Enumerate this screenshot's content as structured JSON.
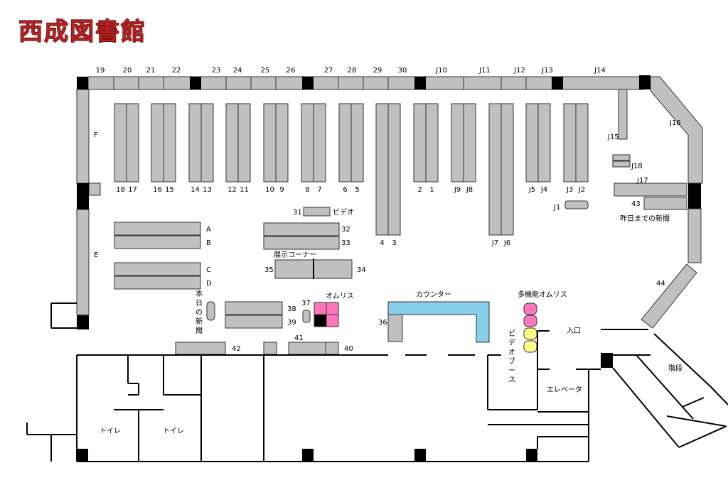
{
  "title": "西成図書館",
  "colors": {
    "shelf": "#c0c0c0",
    "counter": "#87ceeb",
    "omulis": "#ff77bb",
    "multi_omulis_pink": "#ff77bb",
    "multi_omulis_yellow": "#ffff88",
    "title": "#b22222"
  },
  "top_labels": [
    "19",
    "20",
    "21",
    "22",
    "23",
    "24",
    "25",
    "26",
    "27",
    "28",
    "29",
    "30",
    "J10",
    "J11",
    "J12",
    "J13",
    "J14"
  ],
  "shelf_pairs": [
    {
      "left": "18",
      "right": "17"
    },
    {
      "left": "16",
      "right": "15"
    },
    {
      "left": "14",
      "right": "13"
    },
    {
      "left": "12",
      "right": "11"
    },
    {
      "left": "10",
      "right": "9"
    },
    {
      "left": "8",
      "right": "7"
    },
    {
      "left": "6",
      "right": "5"
    },
    {
      "left": "4",
      "right": "3"
    },
    {
      "left": "2",
      "right": "1"
    },
    {
      "left": "J9",
      "right": "J8"
    },
    {
      "left": "J7",
      "right": "J6"
    },
    {
      "left": "J5",
      "right": "J4"
    },
    {
      "left": "J3",
      "right": "J2"
    }
  ],
  "labels": {
    "F": "F",
    "E": "E",
    "A": "A",
    "B": "B",
    "C": "C",
    "D": "D",
    "n31": "31",
    "video": "ビデオ",
    "n32": "32",
    "n33": "33",
    "exhibit": "展示コーナー",
    "n35": "35",
    "n34": "34",
    "today_news": "本日の新聞",
    "n37": "37",
    "omulis": "オムリス",
    "n38": "38",
    "n39": "39",
    "counter": "カウンター",
    "n36": "36",
    "multi_omulis": "多機能オムリス",
    "video_booth": "ビデオブース",
    "entrance": "入口",
    "elevator": "エレベータ",
    "stairs": "階段",
    "n41": "41",
    "n40": "40",
    "n42": "42",
    "toilet1": "トイレ",
    "toilet2": "トイレ",
    "J1": "J1",
    "J15": "J15",
    "J16": "J16",
    "J17": "J17",
    "J18": "J18",
    "n43": "43",
    "yesterday_news": "昨日までの新聞",
    "n44": "44"
  }
}
